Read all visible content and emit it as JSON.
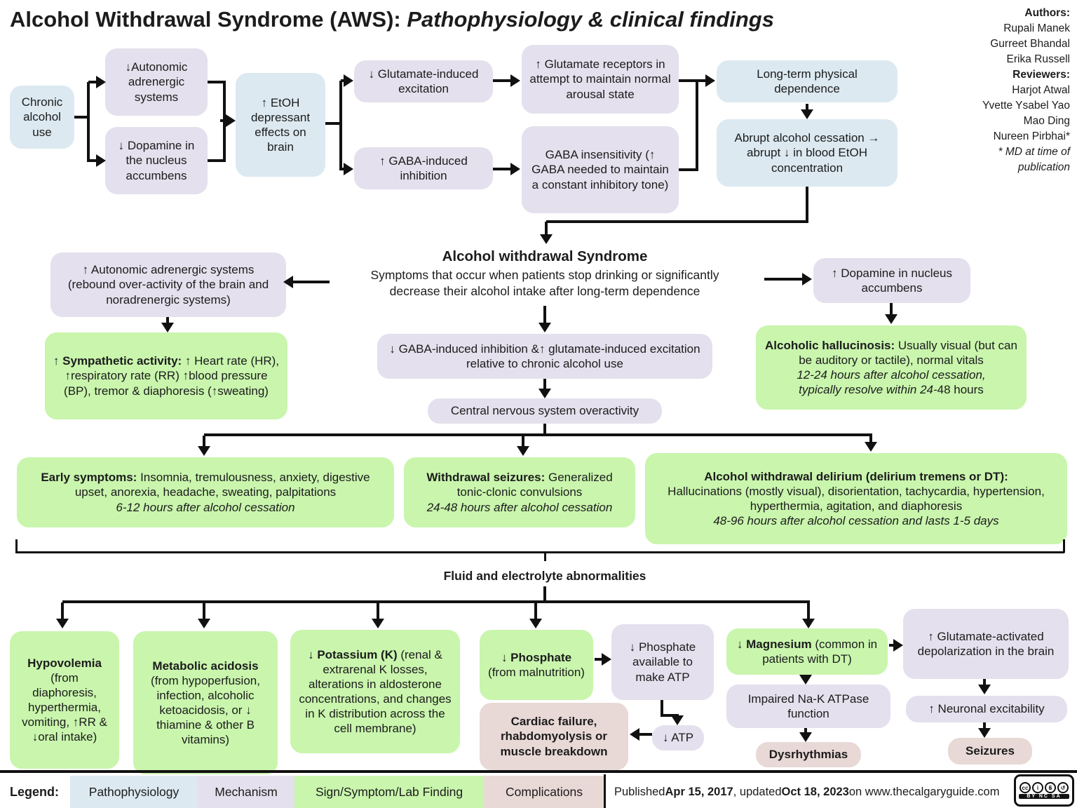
{
  "title": {
    "main": "Alcohol Withdrawal Syndrome (AWS): ",
    "italic": "Pathophysiology & clinical findings"
  },
  "credits": {
    "authors_label": "Authors:",
    "authors": [
      "Rupali Manek",
      "Gurreet Bhandal",
      "Erika Russell"
    ],
    "reviewers_label": "Reviewers:",
    "reviewers": [
      "Harjot Atwal",
      "Yvette Ysabel Yao",
      "Mao Ding",
      "Nureen Pirbhai*"
    ],
    "footnote": [
      "* MD at time of",
      "publication"
    ]
  },
  "flow": {
    "chronic": "Chronic alcohol use",
    "autonomic": "↓Autonomic adrenergic systems",
    "dopamine": "↓ Dopamine in the nucleus accumbens",
    "etoh": "↑ EtOH depressant effects on brain",
    "glut_exc": "↓ Glutamate-induced excitation",
    "gaba_inh": "↑ GABA-induced inhibition",
    "glut_rec": "↑ Glutamate receptors in attempt to maintain normal arousal state",
    "gaba_insens": "GABA insensitivity (↑ GABA needed to maintain a constant inhibitory tone)",
    "longterm": "Long-term physical dependence",
    "abrupt": "Abrupt alcohol cessation → abrupt ↓ in blood EtOH concentration",
    "aws_title": "Alcohol withdrawal Syndrome",
    "aws_sub1": "Symptoms that occur when patients stop drinking or significantly",
    "aws_sub2": "decrease their alcohol intake after long-term dependence",
    "rebound": "↑ Autonomic adrenergic systems (rebound over-activity of the brain and noradrenergic systems)",
    "dopamine_nacc": "↑ Dopamine in nucleus accumbens",
    "sympathetic_lead": "↑ Sympathetic activity:",
    "sympathetic_text": " ↑ Heart rate (HR), ↑respiratory rate (RR) ↑blood pressure (BP),  tremor & diaphoresis (↑sweating)",
    "gaba_glut": "↓ GABA-induced inhibition &↑ glutamate-induced excitation relative to chronic alcohol use",
    "cns": "Central nervous system overactivity",
    "halluc_lead": "Alcoholic hallucinosis:",
    "halluc_text": " Usually visual (but can be auditory or tactile), normal vitals",
    "halluc_time1": "12-24 hours after alcohol cessation,",
    "halluc_time2a": "typically resolve within 24-",
    "halluc_time2b": "48 hours",
    "early_lead": "Early symptoms:",
    "early_text": " Insomnia, tremulousness, anxiety, digestive upset, anorexia, headache, sweating, palpitations",
    "early_time": "6-12 hours after alcohol cessation",
    "seiz_lead": "Withdrawal seizures:",
    "seiz_text": " Generalized tonic-clonic convulsions",
    "seiz_time": "24-48 hours after alcohol cessation",
    "dt_lead": "Alcohol withdrawal delirium (delirium tremens or DT):",
    "dt_text": "Hallucinations (mostly visual), disorientation, tachycardia, hypertension, hyperthermia, agitation, and diaphoresis",
    "dt_time": "48-96 hours after alcohol cessation and lasts 1-5 days",
    "fluid_heading": "Fluid and electrolyte abnormalities",
    "hypo_lead": "Hypovolemia",
    "hypo_text": " (from diaphoresis, hyperthermia, vomiting, ↑RR & ↓oral intake)",
    "metab_lead": "Metabolic acidosis",
    "metab_text": " (from hypoperfusion, infection, alcoholic ketoacidosis, or ↓ thiamine & other B vitamins)",
    "k_lead": "↓ Potassium (K)",
    "k_text": " (renal & extrarenal K losses, alterations in aldosterone concentrations, and changes in K distribution across the cell membrane)",
    "phos_lead": "↓ Phosphate",
    "phos_text": " (from malnutrition)",
    "phos_atp": "↓ Phosphate available to make ATP",
    "atp": "↓ ATP",
    "cardiac": "Cardiac failure, rhabdomyolysis or muscle breakdown",
    "mg_lead": "↓ Magnesium",
    "mg_text": " (common in patients with DT)",
    "nak": "Impaired Na-K ATPase function",
    "dysrhythmias": "Dysrhythmias",
    "glut_depol": "↑ Glutamate-activated depolarization in the brain",
    "neuronal": "↑ Neuronal excitability",
    "seizures": "Seizures"
  },
  "legend": {
    "label": "Legend:",
    "items": [
      {
        "label": "Pathophysiology",
        "color": "#dce9f1"
      },
      {
        "label": "Mechanism",
        "color": "#e4e0ed"
      },
      {
        "label": "Sign/Symptom/Lab Finding",
        "color": "#c9f5ad"
      },
      {
        "label": "Complications",
        "color": "#e8d9d6"
      }
    ]
  },
  "footer": {
    "pre": "Published ",
    "date1": "Apr 15, 2017",
    "mid": ", updated ",
    "date2": "Oct 18, 2023",
    "post": " on www.thecalgaryguide.com"
  },
  "cc_badge": {
    "icons": [
      "cc",
      "i",
      "$",
      "↺"
    ],
    "caption": "BY NC SA"
  },
  "colors": {
    "pathophysiology": "#dce9f1",
    "mechanism": "#e4e0ed",
    "sign_symptom_lab": "#c9f5ad",
    "complication": "#e8d9d6",
    "line": "#111111"
  }
}
